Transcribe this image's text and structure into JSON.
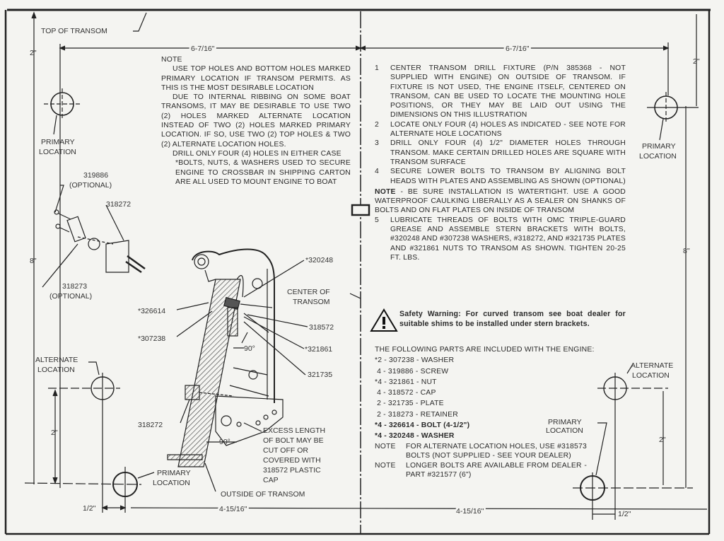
{
  "labels": {
    "top_of_transom": "TOP OF TRANSOM",
    "dim_top_left": "6-7/16\"",
    "dim_top_right": "6-7/16\"",
    "dim_2in": "2\"",
    "dim_8in": "8\"",
    "dim_half": "1/2\"",
    "dim_bottom": "4-15/16\"",
    "primary": "PRIMARY",
    "alternate": "ALTERNATE",
    "location": "LOCATION",
    "center_of": "CENTER OF",
    "transom": "TRANSOM",
    "outside_of_transom": "OUTSIDE OF TRANSOM",
    "angle": "90°"
  },
  "parts_callouts": {
    "p319886": "319886",
    "optional": "(OPTIONAL)",
    "p318272": "318272",
    "p318273": "318273",
    "p320248": "*320248",
    "p326614": "*326614",
    "p307238": "*307238",
    "p318572": "318572",
    "p321861": "*321861",
    "p321735": "321735"
  },
  "excess": [
    "EXCESS LENGTH",
    "OF BOLT MAY BE",
    "CUT OFF OR",
    "COVERED WITH",
    "318572 PLASTIC",
    "CAP"
  ],
  "left_note": {
    "title": "NOTE",
    "paragraphs": [
      "USE TOP HOLES AND BOTTOM HOLES MARKED PRIMARY LOCATION IF TRANSOM PERMITS. AS THIS IS THE MOST DESIRABLE LOCATION",
      "DUE TO INTERNAL RIBBING ON SOME BOAT TRANSOMS, IT MAY BE DESIRABLE TO USE TWO (2) HOLES MARKED ALTERNATE LOCATION INSTEAD OF TWO (2) HOLES MARKED PRIMARY LOCATION. IF SO, USE TWO (2) TOP HOLES & TWO (2) ALTERNATE LOCATION HOLES.",
      "DRILL ONLY FOUR (4) HOLES IN EITHER CASE"
    ],
    "bolts_note": "*BOLTS, NUTS, & WASHERS USED TO SECURE ENGINE TO CROSSBAR IN SHIPPING CARTON ARE ALL USED TO MOUNT ENGINE TO BOAT"
  },
  "steps": [
    {
      "num": "1",
      "text": "CENTER TRANSOM DRILL FIXTURE (P/N 385368 - NOT SUPPLIED WITH ENGINE) ON OUTSIDE OF TRANSOM. IF FIXTURE IS NOT USED, THE ENGINE ITSELF, CENTERED ON TRANSOM, CAN BE USED TO LOCATE THE MOUNTING HOLE POSITIONS, OR THEY MAY BE LAID OUT USING THE DIMENSIONS ON THIS ILLUSTRATION"
    },
    {
      "num": "2",
      "text": "LOCATE ONLY FOUR (4) HOLES AS INDICATED - SEE NOTE FOR ALTERNATE HOLE LOCATIONS"
    },
    {
      "num": "3",
      "text": "DRILL ONLY FOUR (4) 1/2\" DIAMETER HOLES THROUGH TRANSOM. MAKE CERTAIN DRILLED HOLES ARE SQUARE WITH TRANSOM SURFACE"
    },
    {
      "num": "4",
      "text": "SECURE LOWER BOLTS TO TRANSOM BY ALIGNING BOLT HEADS WITH PLATES AND ASSEMBLING AS SHOWN (OPTIONAL)"
    }
  ],
  "watertight_note": {
    "label": "NOTE",
    "text": " - BE SURE INSTALLATION IS WATERTIGHT. USE A GOOD WATERPROOF CAULKING LIBERALLY AS A SEALER ON SHANKS OF BOLTS AND ON FLAT PLATES ON INSIDE OF TRANSOM"
  },
  "step5": {
    "num": "5",
    "text": "LUBRICATE THREADS OF BOLTS WITH OMC TRIPLE-GUARD GREASE AND ASSEMBLE STERN BRACKETS WITH BOLTS, #320248 AND #307238 WASHERS, #318272, AND #321735 PLATES AND #321861 NUTS TO TRANSOM AS SHOWN. TIGHTEN 20-25 FT. LBS."
  },
  "safety_warning": "Safety Warning: For curved transom see boat dealer for suitable shims to be installed under stern brackets.",
  "parts": {
    "header": "THE FOLLOWING PARTS ARE INCLUDED WITH THE ENGINE:",
    "items": [
      "*2 - 307238 - WASHER",
      " 4 - 319886 - SCREW",
      "*4 - 321861 - NUT",
      " 4 - 318572 - CAP",
      " 2 - 321735 - PLATE",
      " 2 - 318273 - RETAINER",
      "*4 - 326614 - BOLT (4-1/2\")",
      "*4 - 320248 - WASHER"
    ],
    "note1_label": "NOTE",
    "note1": "FOR ALTERNATE LOCATION HOLES, USE #318573 BOLTS (NOT SUPPLIED - SEE YOUR DEALER)",
    "note2_label": "NOTE",
    "note2": "LONGER BOLTS ARE AVAILABLE FROM DEALER - PART #321577 (6\")"
  },
  "colors": {
    "paper": "#f4f4f1",
    "ink": "#2a2a2a"
  }
}
